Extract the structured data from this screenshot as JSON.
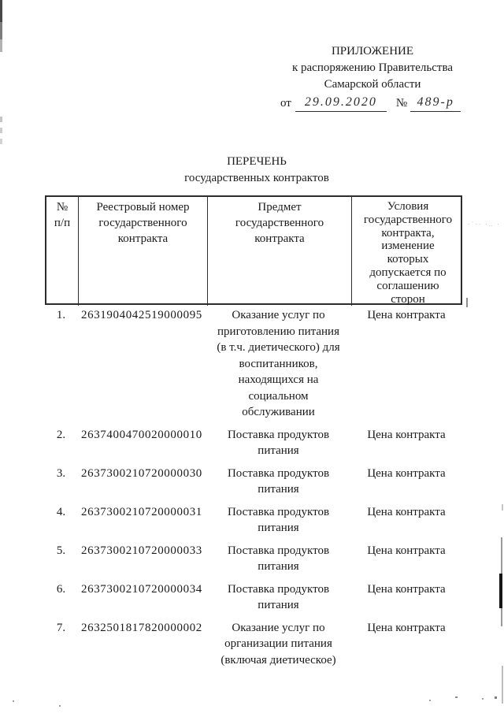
{
  "document": {
    "appendix": {
      "line1": "ПРИЛОЖЕНИЕ",
      "line2": "к распоряжению Правительства",
      "line3": "Самарской области",
      "date_label": "от",
      "date_value": "29.09.2020",
      "number_label": "№",
      "number_value": "489-р"
    },
    "title": {
      "line1": "ПЕРЕЧЕНЬ",
      "line2": "государственных контрактов"
    },
    "table": {
      "headers": {
        "col1": "№\nп/п",
        "col2": "Реестровый номер\nгосударственного\nконтракта",
        "col3": "Предмет\nгосударственного\nконтракта",
        "col4": "Условия\nгосударственного\nконтракта,\nизменение\nкоторых\nдопускается по\nсоглашению\nсторон"
      },
      "rows": [
        {
          "num": "1.",
          "registry_number": "2631904042519000095",
          "subject": "Оказание услуг по\nприготовлению питания\n(в т.ч. диетического) для\nвоспитанников,\nнаходящихся на\nсоциальном\nобслуживании",
          "condition": "Цена контракта"
        },
        {
          "num": "2.",
          "registry_number": "2637400470020000010",
          "subject": "Поставка продуктов\nпитания",
          "condition": "Цена контракта"
        },
        {
          "num": "3.",
          "registry_number": "2637300210720000030",
          "subject": "Поставка продуктов\nпитания",
          "condition": "Цена контракта"
        },
        {
          "num": "4.",
          "registry_number": "2637300210720000031",
          "subject": "Поставка продуктов\nпитания",
          "condition": "Цена контракта"
        },
        {
          "num": "5.",
          "registry_number": "2637300210720000033",
          "subject": "Поставка продуктов\nпитания",
          "condition": "Цена контракта"
        },
        {
          "num": "6.",
          "registry_number": "2637300210720000034",
          "subject": "Поставка продуктов\nпитания",
          "condition": "Цена контракта"
        },
        {
          "num": "7.",
          "registry_number": "2632501817820000002",
          "subject": "Оказание услуг по\nорганизации питания\n(включая диетическое)",
          "condition": "Цена контракта"
        }
      ]
    }
  }
}
